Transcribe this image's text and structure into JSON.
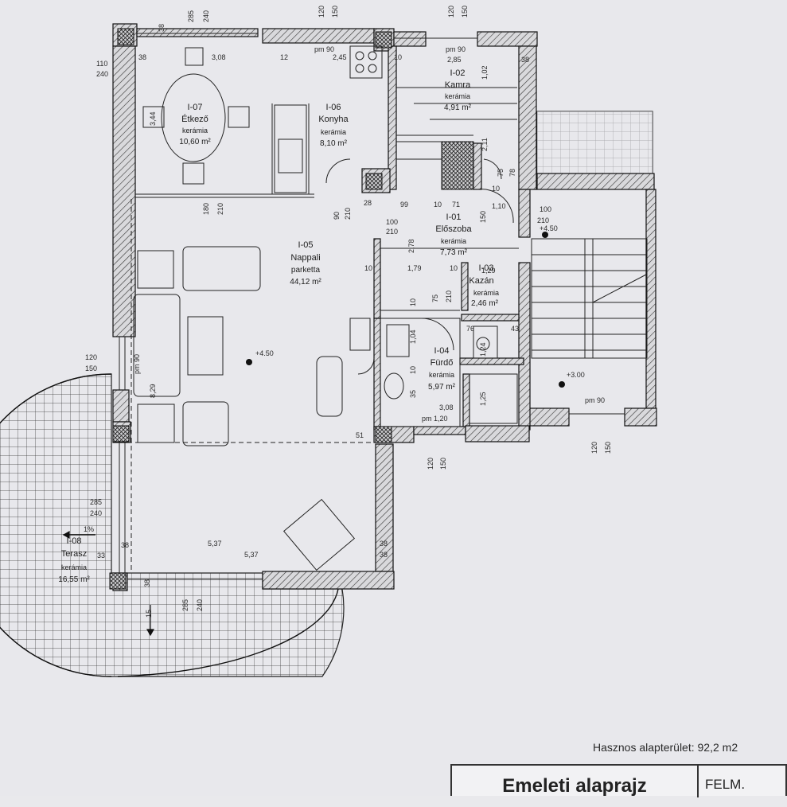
{
  "plan": {
    "rooms": [
      {
        "id": "I-07",
        "name": "Étkező",
        "floor": "kerámia",
        "area": "10,60 m²"
      },
      {
        "id": "I-06",
        "name": "Konyha",
        "floor": "kerámia",
        "area": "8,10 m²"
      },
      {
        "id": "I-02",
        "name": "Kamra",
        "floor": "kerámia",
        "area": "4,91 m²"
      },
      {
        "id": "I-01",
        "name": "Előszoba",
        "floor": "kerámia",
        "area": "7,73 m²"
      },
      {
        "id": "I-05",
        "name": "Nappali",
        "floor": "parketta",
        "area": "44,12 m²"
      },
      {
        "id": "I-03",
        "name": "Kazán",
        "floor": "kerámia",
        "area": "2,46 m²"
      },
      {
        "id": "I-04",
        "name": "Fürdő",
        "floor": "kerámia",
        "area": "5,97 m²"
      },
      {
        "id": "I-08",
        "name": "Terasz",
        "floor": "kerámia",
        "area": "16,55 m²"
      }
    ],
    "dims": {
      "d285a": "285",
      "d240a": "240",
      "d12a": "120",
      "d15a": "150",
      "d12b": "120",
      "d15b": "150",
      "d110": "110",
      "d240b": "240",
      "d38a": "38",
      "d38b": "38",
      "d308": "3,08",
      "d12c": "12",
      "d245": "2,45",
      "d10a": "10",
      "d285b": "2,85",
      "d38c": "38",
      "pm90a": "pm 90",
      "pm90b": "pm 90",
      "d344": "3,44",
      "d102": "1,02",
      "d211": "2,11",
      "d180": "180",
      "d210a": "210",
      "d90": "90",
      "d210b": "210",
      "d28": "28",
      "d99": "99",
      "d10b": "10",
      "d71": "71",
      "d100a": "100",
      "d210c": "210",
      "d110b": "1,10",
      "d100b": "100",
      "d210d": "210",
      "d150": "150",
      "d278": "2,78",
      "d179": "1,79",
      "d10c": "10",
      "d10d": "10",
      "d129": "1,29",
      "d75": "75",
      "d210e": "210",
      "d104": "1,04",
      "d10e": "10",
      "d10f": "10",
      "d76": "76",
      "d43": "43",
      "d124": "1,24",
      "d135": "35",
      "d125": "1,25",
      "d308b": "3,08",
      "pm120": "pm 1,20",
      "d51": "51",
      "d120c": "120",
      "d150c": "150",
      "pm90c": "pm 90",
      "d829": "8,29",
      "pm90d": "pm 90",
      "d120d": "120",
      "d150d": "150",
      "d120e": "120",
      "d150e": "150",
      "d285c": "285",
      "d240c": "240",
      "d33": "33",
      "d38d": "38",
      "d537a": "5,37",
      "d537b": "5,37",
      "d38e": "38",
      "d38f": "38",
      "d38g": "38",
      "d285d": "285",
      "d240d": "240",
      "d1pct": "1%",
      "d15c": "15",
      "lev450a": "+4.50",
      "lev450b": "+4.50",
      "lev300": "+3.00",
      "d75b": "75",
      "d78": "78",
      "d10g": "10"
    }
  },
  "footer": {
    "area_text": "Hasznos alapterület: 92,2 m2",
    "title": "Emeleti alaprajz",
    "subtitle": "FELM."
  }
}
